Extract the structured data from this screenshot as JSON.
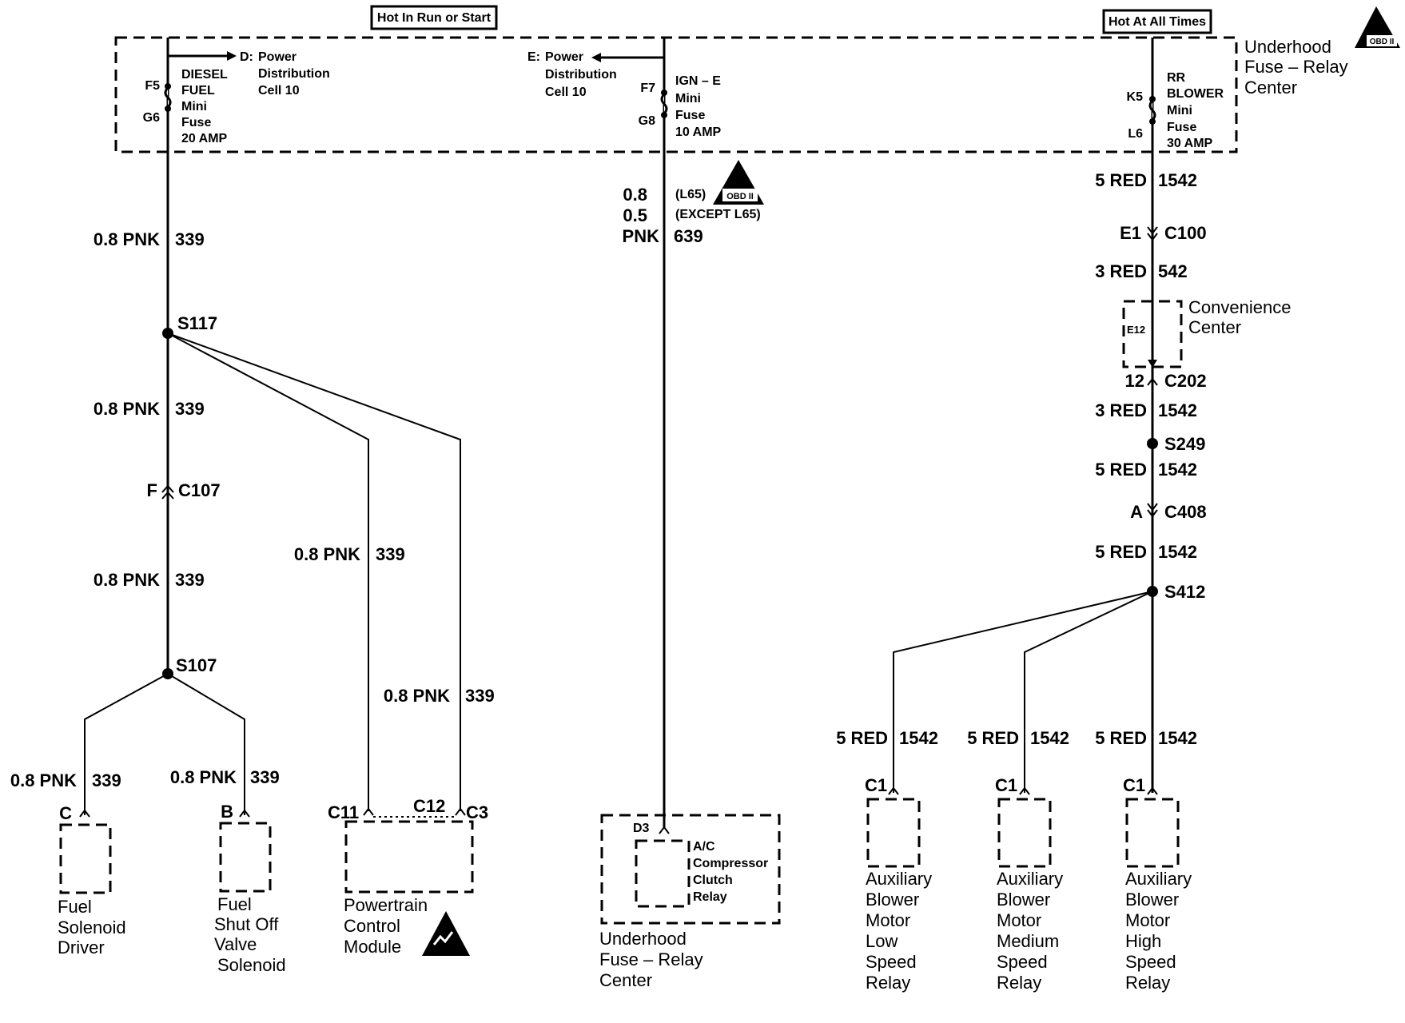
{
  "header": {
    "hot_run_start": "Hot In Run or Start",
    "hot_all_times": "Hot At All Times"
  },
  "fuse_block": {
    "title": [
      "Underhood",
      "Fuse – Relay",
      "Center"
    ],
    "fuse_left": {
      "top_pin": "F5",
      "bottom_pin": "G6",
      "lines": [
        "DIESEL",
        "FUEL",
        "Mini",
        "Fuse",
        "20 AMP"
      ]
    },
    "power_left": {
      "ref": "D:",
      "lines": [
        "Power",
        "Distribution",
        "Cell 10"
      ]
    },
    "power_mid": {
      "ref": "E:",
      "lines": [
        "Power",
        "Distribution",
        "Cell 10"
      ]
    },
    "fuse_mid": {
      "top_pin": "F7",
      "bottom_pin": "G8",
      "lines": [
        "IGN – E",
        "Mini",
        "Fuse",
        "10 AMP"
      ]
    },
    "fuse_right": {
      "top_pin": "K5",
      "bottom_pin": "L6",
      "lines": [
        "RR",
        "BLOWER",
        "Mini",
        "Fuse",
        "30 AMP"
      ]
    },
    "obd_badge": "OBD II"
  },
  "left_branch": {
    "wire1": {
      "gauge": "0.8 PNK",
      "circuit": "339"
    },
    "splice1": "S117",
    "wire2": {
      "gauge": "0.8 PNK",
      "circuit": "339"
    },
    "connector": {
      "pin": "F",
      "name": "C107"
    },
    "wire3": {
      "gauge": "0.8 PNK",
      "circuit": "339"
    },
    "splice2": "S107",
    "wire_pcm_a": {
      "gauge": "0.8 PNK",
      "circuit": "339"
    },
    "wire_pcm_b": {
      "gauge": "0.8 PNK",
      "circuit": "339"
    },
    "wire_fsd": {
      "gauge": "0.8 PNK",
      "circuit": "339"
    },
    "wire_fsv": {
      "gauge": "0.8 PNK",
      "circuit": "339"
    }
  },
  "components_left": {
    "fuel_solenoid_driver": {
      "pin": "C",
      "lines": [
        "Fuel",
        "Solenoid",
        "Driver"
      ]
    },
    "fuel_shutoff": {
      "pin": "B",
      "lines": [
        "Fuel",
        "Shut Off",
        "Valve",
        "Solenoid"
      ]
    },
    "pcm": {
      "pin_a": "C11",
      "pin_b": "C12",
      "pin_c": "C3",
      "lines": [
        "Powertrain",
        "Control",
        "Module"
      ]
    }
  },
  "mid_branch": {
    "gauge_a": "0.8",
    "gauge_b": "0.5",
    "color": "PNK",
    "note_a": "(L65)",
    "note_b": "(EXCEPT  L65)",
    "circuit": "639",
    "relay": {
      "pin": "D3",
      "lines": [
        "A/C",
        "Compressor",
        "Clutch",
        "Relay"
      ]
    },
    "center_lines": [
      "Underhood",
      "Fuse – Relay",
      "Center"
    ]
  },
  "right_branch": {
    "wire1": {
      "gauge": "5 RED",
      "circuit": "1542"
    },
    "c100": {
      "pin": "E1",
      "name": "C100"
    },
    "wire2": {
      "gauge": "3 RED",
      "circuit": "542"
    },
    "conv_center": {
      "pin": "E12",
      "lines": [
        "Convenience",
        "Center"
      ]
    },
    "c202": {
      "pin": "12",
      "name": "C202"
    },
    "wire3": {
      "gauge": "3 RED",
      "circuit": "1542"
    },
    "splice1": "S249",
    "wire4": {
      "gauge": "5 RED",
      "circuit": "1542"
    },
    "c408": {
      "pin": "A",
      "name": "C408"
    },
    "wire5": {
      "gauge": "5 RED",
      "circuit": "1542"
    },
    "splice2": "S412",
    "relay_low": {
      "gauge": "5 RED",
      "circuit": "1542",
      "pin": "C1",
      "lines": [
        "Auxiliary",
        "Blower",
        "Motor",
        "Low",
        "Speed",
        "Relay"
      ]
    },
    "relay_med": {
      "gauge": "5 RED",
      "circuit": "1542",
      "pin": "C1",
      "lines": [
        "Auxiliary",
        "Blower",
        "Motor",
        "Medium",
        "Speed",
        "Relay"
      ]
    },
    "relay_high": {
      "gauge": "5 RED",
      "circuit": "1542",
      "pin": "C1",
      "lines": [
        "Auxiliary",
        "Blower",
        "Motor",
        "High",
        "Speed",
        "Relay"
      ]
    }
  }
}
